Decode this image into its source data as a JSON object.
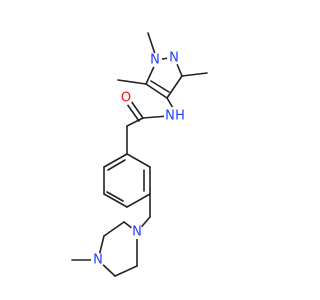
{
  "molecule": {
    "atoms": {
      "n_pyrazole_1": {
        "label": "N"
      },
      "n_pyrazole_2": {
        "label": "N"
      },
      "amide_nh": {
        "label": "N",
        "sub": "H"
      },
      "carbonyl_o": {
        "label": "O"
      },
      "n_piperazine_1": {
        "label": "N"
      },
      "n_piperazine_4": {
        "label": "N"
      }
    },
    "colors": {
      "bond": "#222222",
      "nitrogen": "#1f3fff",
      "oxygen": "#ff0d0d"
    }
  }
}
